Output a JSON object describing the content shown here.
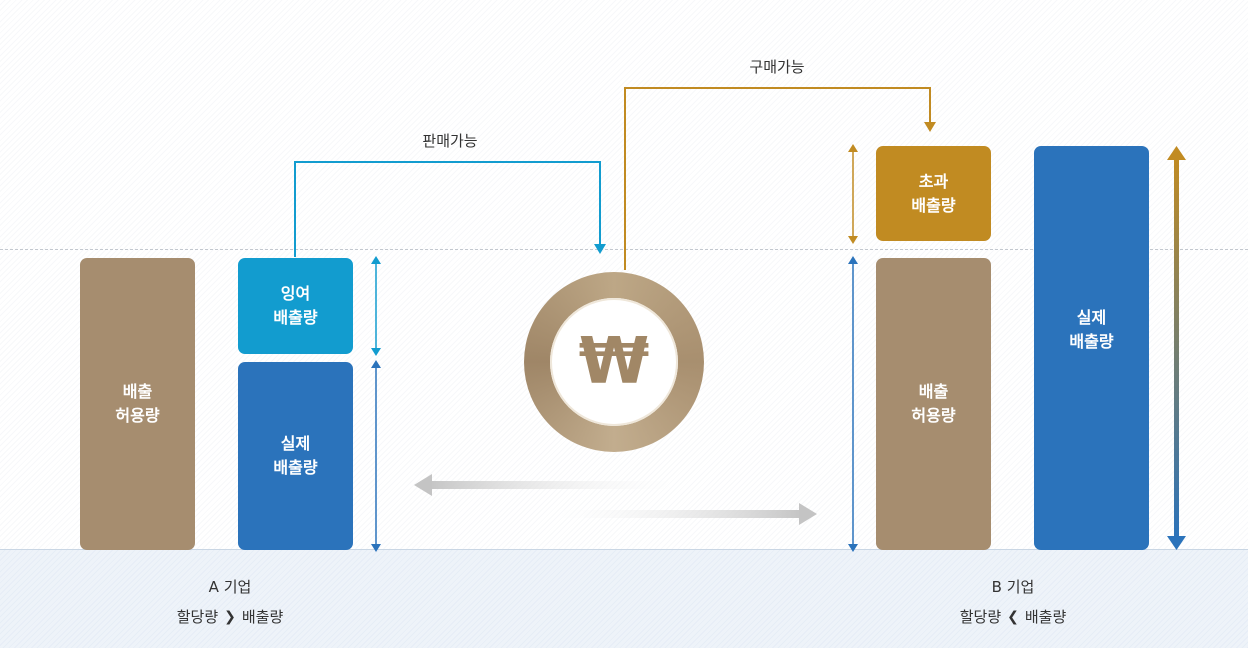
{
  "colors": {
    "allowance": "#a68d6f",
    "actual": "#2b73bb",
    "surplus": "#129ccf",
    "excess": "#c18b22",
    "sell_line": "#129ccf",
    "buy_line": "#c18b22"
  },
  "company_a": {
    "allowance_label": "배출\n허용량",
    "surplus_label": "잉여\n배출량",
    "actual_label": "실제\n배출량",
    "name": "A 기업",
    "relation_left": "할당량",
    "relation_symbol": "❯",
    "relation_right": "배출량"
  },
  "company_b": {
    "excess_label": "초과\n배출량",
    "allowance_label": "배출\n허용량",
    "actual_label": "실제\n배출량",
    "name": "B 기업",
    "relation_left": "할당량",
    "relation_symbol": "❮",
    "relation_right": "배출량"
  },
  "flows": {
    "sell_label": "판매가능",
    "buy_label": "구매가능"
  },
  "coin": {
    "symbol": "₩",
    "icon": "won-coin-icon"
  }
}
